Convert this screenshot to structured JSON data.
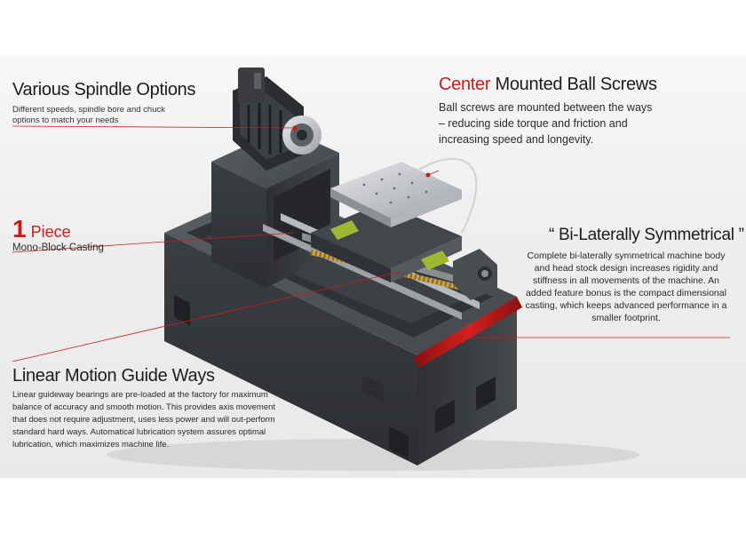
{
  "callouts": {
    "spindle": {
      "title": "Various Spindle Options",
      "body": "Different speeds, spindle bore and chuck options to match your needs"
    },
    "center": {
      "title_highlight": "Center",
      "title_rest": " Mounted Ball Screws",
      "body": "Ball screws are mounted between the ways – reducing side torque and friction and increasing speed and longevity."
    },
    "piece": {
      "number": "1",
      "word": " Piece",
      "body": "Mono-Block Casting"
    },
    "bilateral": {
      "title": "“ Bi-Laterally Symmetrical ”",
      "body": "Complete bi-laterally symmetrical machine body and head stock design increases rigidity and stiffness in all movements of the machine.  An added feature bonus is the compact dimensional casting, which keeps advanced performance in a smaller footprint."
    },
    "linear": {
      "title": "Linear Motion Guide Ways",
      "body": "Linear guideway bearings are pre-loaded at the factory for maximum balance of accuracy and smooth motion.  This provides axis movement that does not require adjustment, uses less power and will out-perform standard hard ways.  Automatical lubrication system assures optimal lubrication, which maximizes machine life."
    }
  },
  "colors": {
    "accent": "#cc1a1a",
    "casting": "#3a3d42"
  }
}
